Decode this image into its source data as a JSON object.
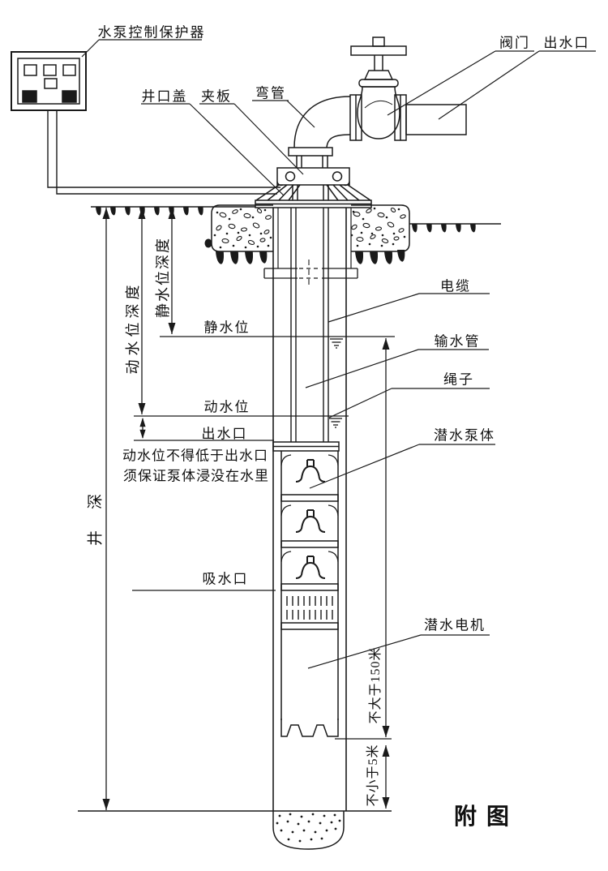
{
  "figure": {
    "caption": "附图"
  },
  "equipment_labels": {
    "controller": "水泵控制保护器",
    "well_cover": "井口盖",
    "clamp": "夹板",
    "elbow": "弯管",
    "valve": "阀门",
    "outlet_top": "出水口",
    "cable": "电缆",
    "water_pipe": "输水管",
    "rope": "绳子",
    "pump_body": "潜水泵体",
    "suction": "吸水口",
    "motor": "潜水电机"
  },
  "level_labels": {
    "static_level": "静水位",
    "dynamic_level": "动水位",
    "outlet_level": "出水口"
  },
  "dimension_labels": {
    "dynamic_depth": "动水位深度",
    "static_depth": "静水位深度",
    "well_depth": "井深",
    "max_150m": "不大于150米",
    "min_5m": "不小于5米"
  },
  "notes": {
    "line1": "动水位不得低于出水口",
    "line2": "须保证泵体浸没在水里"
  },
  "colors": {
    "ink": "#1a1a1a",
    "background": "#ffffff"
  }
}
